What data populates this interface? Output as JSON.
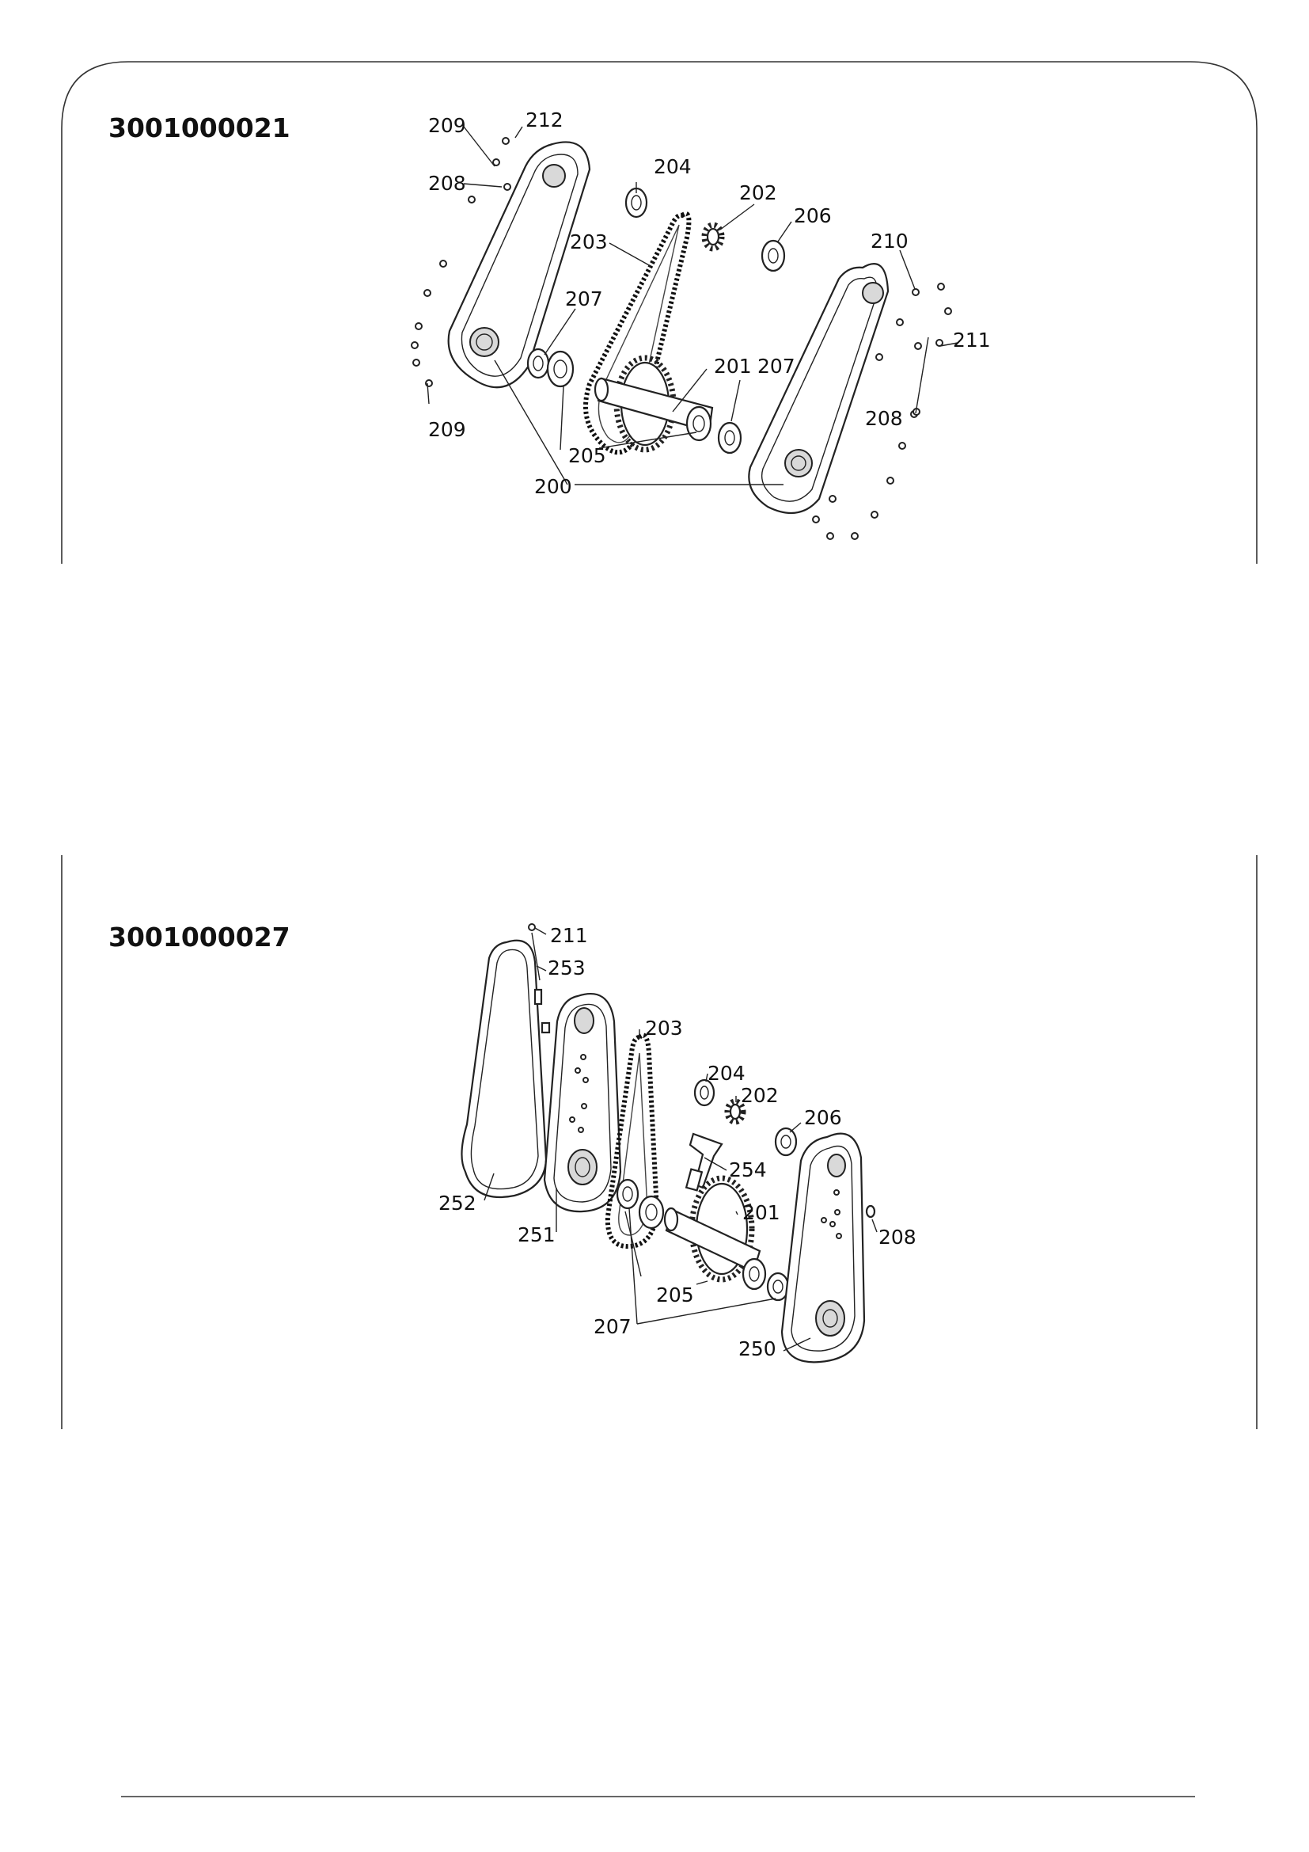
{
  "section1": {
    "code": "3001000021",
    "callouts": {
      "c200": "200",
      "c201": "201",
      "c202": "202",
      "c203": "203",
      "c204": "204",
      "c205": "205",
      "c206": "206",
      "c207a": "207",
      "c207b": "207",
      "c208a": "208",
      "c208b": "208",
      "c209a": "209",
      "c209b": "209",
      "c210": "210",
      "c211": "211",
      "c212": "212"
    }
  },
  "section2": {
    "code": "3001000027",
    "callouts": {
      "c201": "201",
      "c202": "202",
      "c203": "203",
      "c204": "204",
      "c205": "205",
      "c206": "206",
      "c207": "207",
      "c208": "208",
      "c211": "211",
      "c250": "250",
      "c251": "251",
      "c252": "252",
      "c253": "253",
      "c254": "254"
    }
  }
}
